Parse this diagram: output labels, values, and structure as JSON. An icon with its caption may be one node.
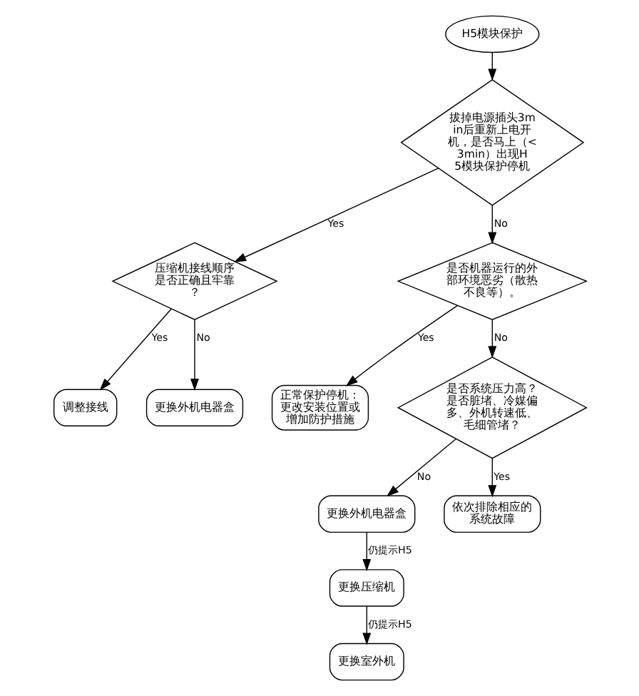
{
  "diagram": {
    "nodes": [
      {
        "text": [
          "H5模块保护"
        ]
      },
      {
        "text": [
          "拔掉电源插头3min后重新上电开机，是否马上（<3min）出现H5模块保护停机"
        ]
      },
      {
        "text": [
          "压缩机接线顺序是否正确且牢靠？"
        ]
      },
      {
        "text": [
          "调整接线"
        ]
      },
      {
        "text": [
          "更换外机电器盒"
        ]
      },
      {
        "text": [
          "是否机器运行的外部环境恶劣（散热不良等）。"
        ]
      },
      {
        "text": [
          "正常保护停机：更改安装位置或增加防护措施"
        ]
      },
      {
        "text": [
          "是否系统压力高？是否脏堵、冷媒偏多、外机转速低、毛细管堵？"
        ]
      },
      {
        "text": [
          "更换外机电器盒"
        ]
      },
      {
        "text": [
          "更换压缩机"
        ]
      },
      {
        "text": [
          "更换室外机"
        ]
      },
      {
        "text": [
          "依次排除相应的系统故障"
        ]
      }
    ],
    "edges": [
      {
        "from": 0,
        "to": 1,
        "arrow": "to"
      },
      {
        "from": 1,
        "to": 2,
        "arrow": "to",
        "label": "Yes"
      },
      {
        "from": 2,
        "to": 3,
        "arrow": "to",
        "label": "Yes"
      },
      {
        "from": 1,
        "to": 5,
        "arrow": "to",
        "label": "No"
      },
      {
        "from": 2,
        "to": 4,
        "arrow": "to",
        "label": "No"
      },
      {
        "from": 5,
        "to": 6,
        "arrow": "to",
        "label": "Yes"
      },
      {
        "from": 5,
        "to": 7,
        "arrow": "to",
        "label": "No"
      },
      {
        "from": 7,
        "to": 8,
        "arrow": "to",
        "label": "No"
      },
      {
        "from": 8,
        "to": 9,
        "arrow": "to",
        "label": "仍提示H5"
      },
      {
        "from": 9,
        "to": 10,
        "arrow": "to",
        "label": "仍提示H5"
      },
      {
        "from": 7,
        "to": 11,
        "arrow": "to",
        "label": "Yes"
      }
    ]
  }
}
